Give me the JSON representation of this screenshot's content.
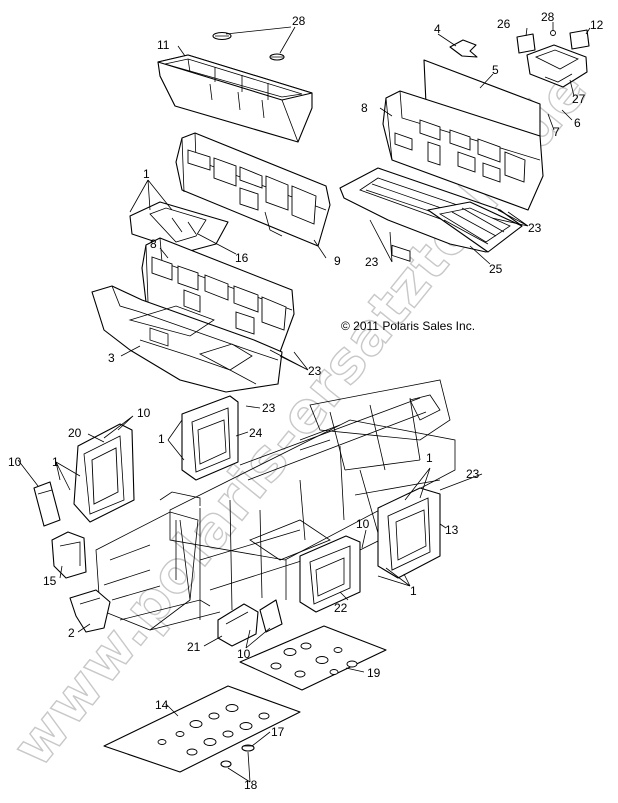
{
  "copyright": "© 2011 Polaris Sales Inc.",
  "watermark": "www.polaris-ersatzteile.de",
  "callouts": {
    "c11": "11",
    "c28a": "28",
    "c4": "4",
    "c26": "26",
    "c28b": "28",
    "c12": "12",
    "c5": "5",
    "c27": "27",
    "c8a": "8",
    "c7": "7",
    "c6": "6",
    "c1a": "1",
    "c16": "16",
    "c9": "9",
    "c23a": "23",
    "c23b": "23",
    "c25": "25",
    "c8b": "8",
    "c3": "3",
    "c23c": "23",
    "c23d": "23",
    "c10a": "10",
    "c1b": "1",
    "c24": "24",
    "c20": "20",
    "c10b": "10",
    "c1c": "1",
    "c1d": "1",
    "c23e": "23",
    "c10c": "10",
    "c13": "13",
    "c15": "15",
    "c1e": "1",
    "c22": "22",
    "c2": "2",
    "c21": "21",
    "c10d": "10",
    "c19": "19",
    "c14": "14",
    "c17": "17",
    "c18": "18"
  }
}
